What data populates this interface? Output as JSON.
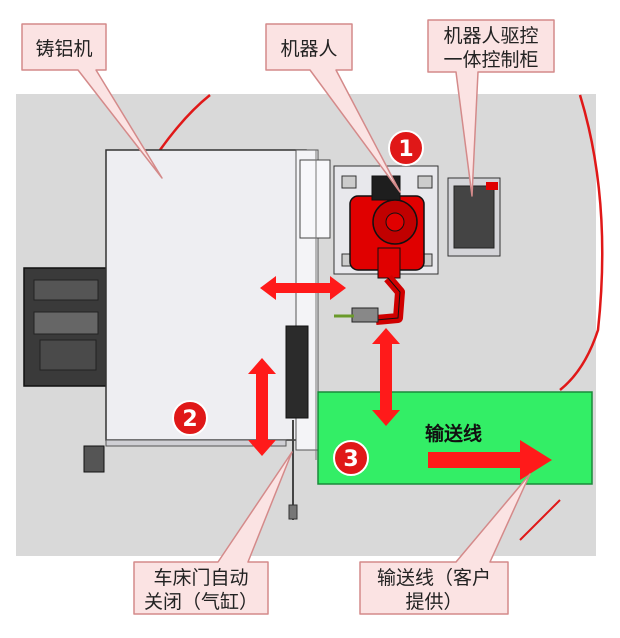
{
  "callouts": {
    "die_casting_machine": "铸铝机",
    "robot": "机器人",
    "robot_controller_line1": "机器人驱控",
    "robot_controller_line2": "一体控制柜",
    "lathe_door_line1": "车床门自动",
    "lathe_door_line2": "关闭（气缸）",
    "conveyor_supply_line1": "输送线（客户",
    "conveyor_supply_line2": "提供）"
  },
  "conveyor_label": "输送线",
  "step_badges": [
    "1",
    "2",
    "3"
  ],
  "colors": {
    "background": "#d9d9d9",
    "machine": "#eeeef2",
    "conveyor": "#33ee66",
    "arrow": "#ff1a1a",
    "badge": "#e01818",
    "callout_fill": "#fbe3e3",
    "callout_stroke": "#d48a8a",
    "robot": "#e00000"
  }
}
